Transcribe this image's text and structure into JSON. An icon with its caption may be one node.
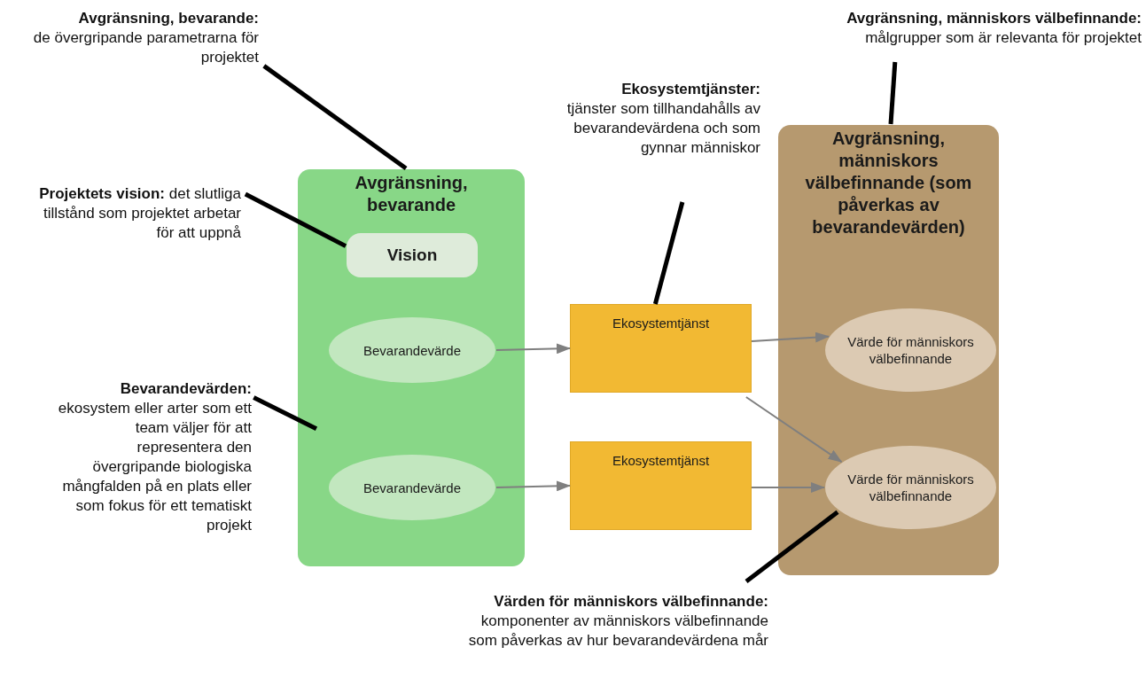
{
  "diagram": {
    "nodes": [
      {
        "text": [
          "Avgränsning, bevarande"
        ]
      },
      {
        "text": [
          "Vision"
        ],
        "in": 0
      },
      {
        "text": [
          "Bevarandevärde"
        ],
        "in": 0
      },
      {
        "text": [
          "Bevarandevärde"
        ],
        "in": 0
      },
      {
        "text": [
          "Ekosystemtjänst"
        ]
      },
      {
        "text": [
          "Ekosystemtjänst"
        ]
      },
      {
        "text": [
          "Avgränsning, människors välbefinnande (som påverkas av bevarandevärden)"
        ]
      },
      {
        "text": [
          "Värde för människors välbefinnande"
        ],
        "in": 6
      },
      {
        "text": [
          "Värde för människors välbefinnande"
        ],
        "in": 6
      },
      {
        "text": [
          "Avgränsning, bevarande:",
          "de övergripande parametrarna för projektet"
        ]
      },
      {
        "text": [
          "**Projektets vision:** det slutliga tillstånd som projektet arbetar för att uppnå"
        ]
      },
      {
        "text": [
          "**Bevarandevärden:** ekosystem eller arter som ett team väljer för att representera den övergripande biologiska mångfalden på en plats eller som fokus för ett tematiskt projekt"
        ]
      },
      {
        "text": [
          "Ekosystemtjänster:",
          "tjänster som tillhandahålls av bevarandevärdena och som gynnar människor"
        ]
      },
      {
        "text": [
          "Avgränsning, människors välbefinnande:",
          "målgrupper som är relevanta för projektet"
        ]
      },
      {
        "text": [
          "**Värden för människors välbefinnande:** komponenter av människors välbefinnande som påverkas av hur bevarandevärdena mår"
        ]
      }
    ],
    "edges": [
      {
        "from": 2,
        "to": 4,
        "arrow": "to",
        "color": "#7f7f7f"
      },
      {
        "from": 3,
        "to": 5,
        "arrow": "to",
        "color": "#7f7f7f"
      },
      {
        "from": 4,
        "to": 7,
        "arrow": "to",
        "color": "#7f7f7f"
      },
      {
        "from": 4,
        "to": 8,
        "arrow": "to",
        "color": "#7f7f7f"
      },
      {
        "from": 5,
        "to": 8,
        "arrow": "to",
        "color": "#7f7f7f"
      },
      {
        "from": 9,
        "to": 0,
        "arrow": "none"
      },
      {
        "from": 10,
        "to": 1,
        "arrow": "none"
      },
      {
        "from": 11,
        "to": 0,
        "arrow": "none"
      },
      {
        "from": 12,
        "to": 4,
        "arrow": "none"
      },
      {
        "from": 13,
        "to": 6,
        "arrow": "none"
      },
      {
        "from": 14,
        "to": 8,
        "arrow": "none"
      }
    ]
  }
}
